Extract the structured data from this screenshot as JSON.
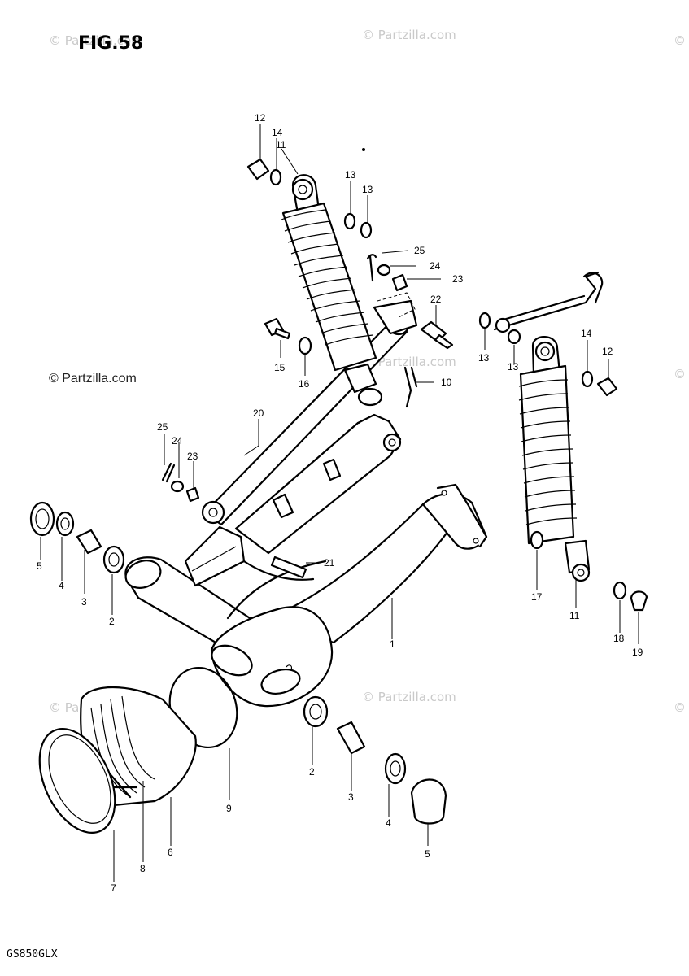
{
  "figure": {
    "title": "FIG.58",
    "model_code": "GS850GLX"
  },
  "watermark": {
    "text": "© Partzilla.com"
  },
  "callouts": [
    {
      "id": "c12a",
      "text": "12"
    },
    {
      "id": "c14a",
      "text": "14"
    },
    {
      "id": "c11a",
      "text": "11"
    },
    {
      "id": "c13a",
      "text": "13"
    },
    {
      "id": "c13b",
      "text": "13"
    },
    {
      "id": "c25a",
      "text": "25"
    },
    {
      "id": "c24a",
      "text": "24"
    },
    {
      "id": "c23a",
      "text": "23"
    },
    {
      "id": "c22",
      "text": "22"
    },
    {
      "id": "c15",
      "text": "15"
    },
    {
      "id": "c16",
      "text": "16"
    },
    {
      "id": "c10",
      "text": "10"
    },
    {
      "id": "c20",
      "text": "20"
    },
    {
      "id": "c25b",
      "text": "25"
    },
    {
      "id": "c24b",
      "text": "24"
    },
    {
      "id": "c23b",
      "text": "23"
    },
    {
      "id": "c21",
      "text": "21"
    },
    {
      "id": "c13c",
      "text": "13"
    },
    {
      "id": "c13d",
      "text": "13"
    },
    {
      "id": "c14b",
      "text": "14"
    },
    {
      "id": "c12b",
      "text": "12"
    },
    {
      "id": "c17",
      "text": "17"
    },
    {
      "id": "c11b",
      "text": "11"
    },
    {
      "id": "c18",
      "text": "18"
    },
    {
      "id": "c19",
      "text": "19"
    },
    {
      "id": "c5a",
      "text": "5"
    },
    {
      "id": "c4a",
      "text": "4"
    },
    {
      "id": "c3a",
      "text": "3"
    },
    {
      "id": "c2a",
      "text": "2"
    },
    {
      "id": "c1",
      "text": "1"
    },
    {
      "id": "c2b",
      "text": "2"
    },
    {
      "id": "c3b",
      "text": "3"
    },
    {
      "id": "c4b",
      "text": "4"
    },
    {
      "id": "c5b",
      "text": "5"
    },
    {
      "id": "c9",
      "text": "9"
    },
    {
      "id": "c6",
      "text": "6"
    },
    {
      "id": "c8",
      "text": "8"
    },
    {
      "id": "c7",
      "text": "7"
    }
  ]
}
